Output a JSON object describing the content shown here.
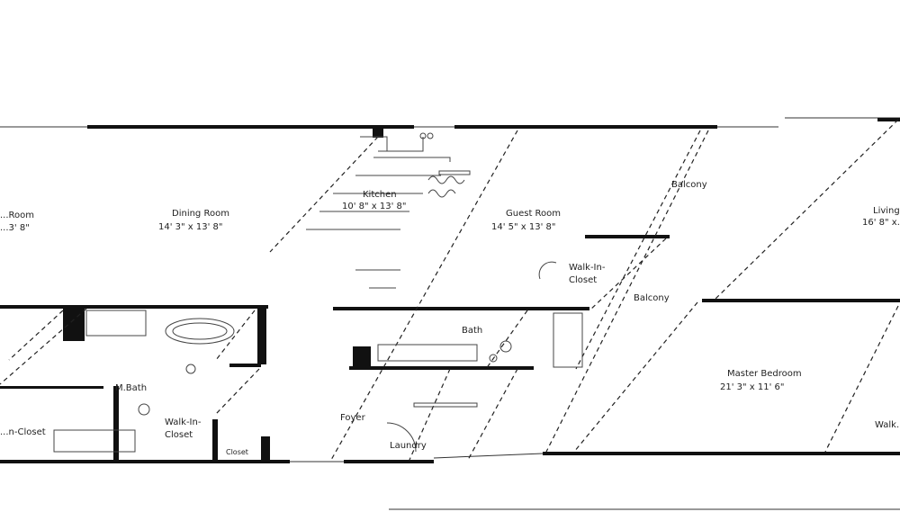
{
  "rooms": {
    "living_room_left": {
      "name": "...Room",
      "dims": "...3' 8\""
    },
    "dining_room": {
      "name": "Dining Room",
      "dims": "14' 3\" x 13' 8\""
    },
    "kitchen": {
      "name": "Kitchen",
      "dims": "10' 8\" x 13' 8\""
    },
    "guest_room": {
      "name": "Guest Room",
      "dims": "14' 5\" x 13' 8\""
    },
    "balcony_top": {
      "name": "Balcony"
    },
    "living_right": {
      "name": "Living...",
      "dims": "16' 8\" x..."
    },
    "walk_in_closet_mid": {
      "name": "Walk-In-Closet"
    },
    "balcony_mid": {
      "name": "Balcony"
    },
    "bath": {
      "name": "Bath"
    },
    "master_bedroom": {
      "name": "Master Bedroom",
      "dims": "21' 3\" x 11' 6\""
    },
    "walk_right": {
      "name": "Walk..."
    },
    "m_bath": {
      "name": "M.Bath"
    },
    "walk_in_closet_left": {
      "name": "Walk-In-Closet"
    },
    "closet_left": {
      "name": "...n-Closet"
    },
    "closet_small": {
      "name": "Closet"
    },
    "foyer": {
      "name": "Foyer"
    },
    "laundry": {
      "name": "Laundry"
    }
  }
}
